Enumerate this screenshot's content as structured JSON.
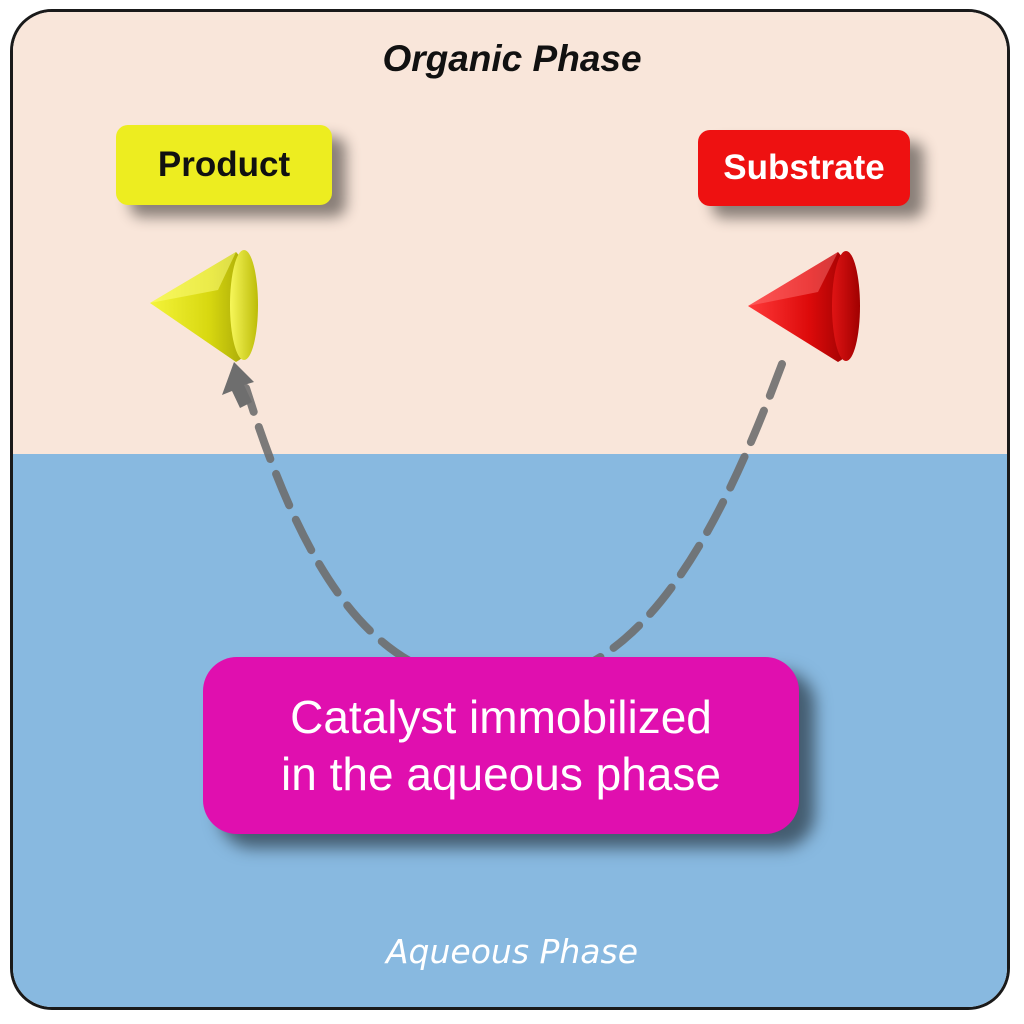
{
  "diagram": {
    "organic_phase_label": "Organic Phase",
    "aqueous_phase_label": "Aqueous Phase",
    "product_label": "Product",
    "substrate_label": "Substrate",
    "catalyst_label_line1": "Catalyst immobilized",
    "catalyst_label_line2": "in the aqueous phase"
  },
  "colors": {
    "organic_phase": "#f9e6da",
    "aqueous_phase": "#88b9e0",
    "product": "#eded20",
    "substrate": "#ee1111",
    "catalyst": "#e00faf",
    "path": "#6e6e6e"
  }
}
